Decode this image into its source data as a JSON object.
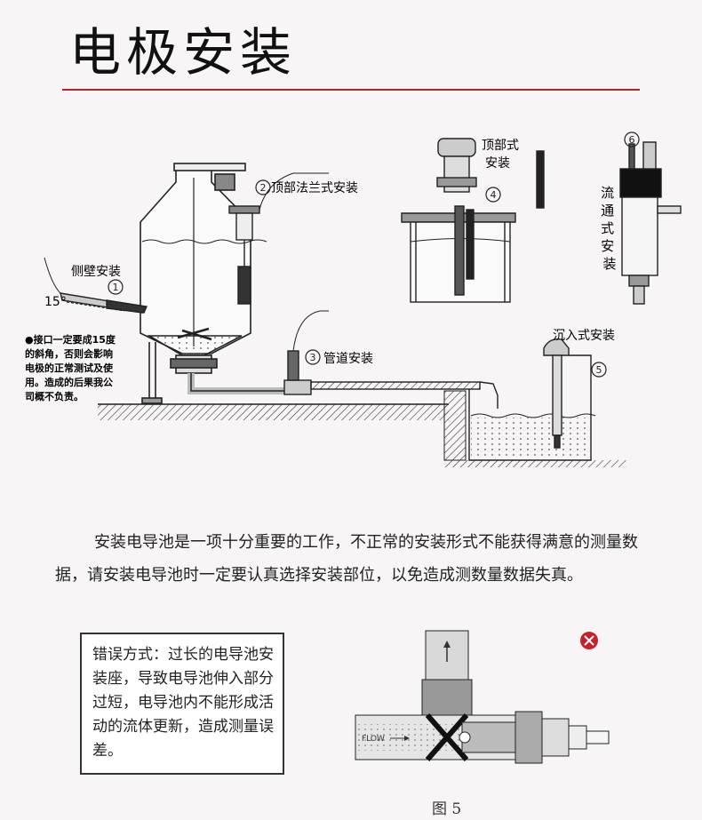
{
  "page": {
    "title": "电极安装",
    "paragraph": "安装电导池是一项十分重要的工作，不正常的安装形式不能获得满意的测量数据，请安装电导池时一定要认真选择安装部位，以免造成测数量数据失真。"
  },
  "diagram": {
    "labels": {
      "side_wall": "侧壁安装",
      "angle": "15°",
      "top_flange": "顶部法兰式安装",
      "pipeline": "管道安装",
      "top_mount_line1": "顶部式",
      "top_mount_line2": "安装",
      "flow_through": "流通式安装",
      "immersion": "沉入式安装",
      "note_line1": "●接口一定要成15度",
      "note_line2": "的斜角，否则会影响",
      "note_line3": "电极的正常测试及使",
      "note_line4": "用。造成的后果我公",
      "note_line5": "司概不负责。"
    },
    "markers": [
      "1",
      "2",
      "3",
      "4",
      "5",
      "6"
    ]
  },
  "error_box": {
    "text": "错误方式：过长的电导池安装座，导致电导池伸入部分过短，电导池内不能形成活动的流体更新，造成测量误差。"
  },
  "figure5": {
    "flow_label": "FLOW",
    "caption": "图 5"
  },
  "colors": {
    "rule": "#b3262b",
    "error_icon": "#c8202a"
  }
}
